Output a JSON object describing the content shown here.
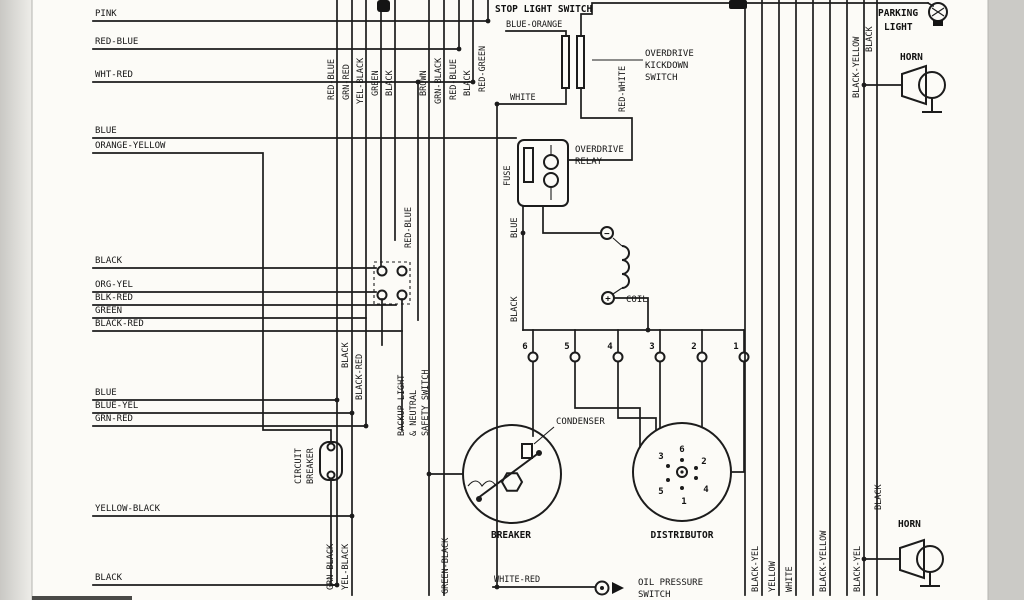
{
  "colors": {
    "ink": "#1c1c1c",
    "paper": "#fcfbf7",
    "edge_left": "#d6d5d1",
    "edge_right": "#c9c8c4"
  },
  "left_wire_labels": [
    "PINK",
    "RED-BLUE",
    "WHT-RED",
    "BLUE",
    "ORANGE-YELLOW",
    "BLACK",
    "ORG-YEL",
    "BLK-RED",
    "GREEN",
    "BLACK-RED",
    "BLUE",
    "BLUE-YEL",
    "GRN-RED",
    "YELLOW-BLACK",
    "BLACK"
  ],
  "top_wire_labels": [
    "RED-BLUE",
    "GRN-RED",
    "YEL-BLACK",
    "GREEN",
    "BLACK",
    "BROWN",
    "GRN-BLACK",
    "RED-BLUE",
    "BLACK",
    "RED-GREEN"
  ],
  "stop_light_switch": {
    "label": "STOP LIGHT SWITCH",
    "wire": "BLUE-ORANGE",
    "wire_below": "WHITE"
  },
  "kickdown_switch": {
    "line1": "OVERDRIVE",
    "line2": "KICKDOWN",
    "line3": "SWITCH",
    "wire": "RED-WHITE"
  },
  "overdrive_relay": {
    "line1": "OVERDRIVE",
    "line2": "RELAY",
    "fuse": "FUSE",
    "wire_blue": "BLUE",
    "wire_black": "BLACK",
    "wire_red_blue": "RED-BLUE"
  },
  "ignition_coil": {
    "label": "COIL",
    "minus": "−",
    "plus": "+"
  },
  "terminal_numbers": [
    "6",
    "5",
    "4",
    "3",
    "2",
    "1"
  ],
  "condenser_label": "CONDENSER",
  "breaker_label": "BREAKER",
  "distributor_label": "DISTRIBUTOR",
  "distributor_cap_numbers": [
    "3",
    "6",
    "2",
    "5",
    "1",
    "4"
  ],
  "oil_pressure_switch": {
    "line1": "OIL PRESSURE",
    "line2": "SWITCH",
    "wire": "WHITE-RED"
  },
  "circuit_breaker": {
    "line1": "CIRCUIT",
    "line2": "BREAKER"
  },
  "backup_switch": {
    "line1": "BACKUP LIGHT",
    "line2": "& NEUTRAL",
    "line3": "SAFETY SWITCH",
    "wire_black": "BLACK",
    "wire_black_red": "BLACK-RED"
  },
  "bottom_wire_labels": [
    "GRN-BLACK",
    "YEL-BLACK",
    "GREEN-BLACK"
  ],
  "right_side": {
    "parking_line1": "PARKING",
    "parking_line2": "LIGHT",
    "horn_top": "HORN",
    "horn_bottom": "HORN",
    "wire_black_top": "BLACK",
    "wire_black_yellow": "BLACK-YELLOW",
    "wire_black_bottom": "BLACK",
    "bottom_wire_labels": [
      "BLACK-YEL",
      "YELLOW",
      "WHITE",
      "BLACK-YELLOW",
      "BLACK-YEL"
    ]
  }
}
